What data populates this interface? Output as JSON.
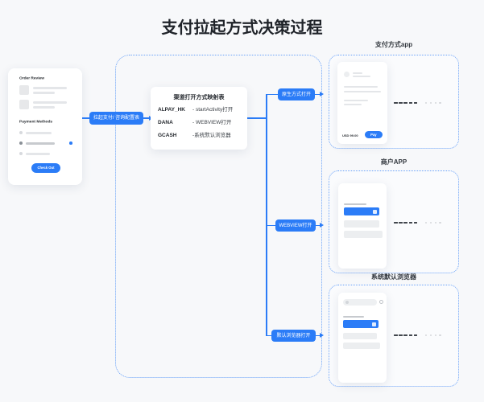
{
  "title": "支付拉起方式决策过程",
  "colors": {
    "accent_blue": "#2b7cf7",
    "border_blue": "#6aa2f8",
    "background": "#f7f8fa"
  },
  "checkout_phone": {
    "order_review_label": "Order Review",
    "payment_methods_label": "Payment Methods",
    "checkout_button": "Check Out"
  },
  "flow": {
    "entry_label": "拉起支付/ 咨询配置表",
    "mapping_table": {
      "title": "渠道打开方式映射表",
      "rows": [
        {
          "channel": "ALPAY_HK",
          "method": "- startActivity打开"
        },
        {
          "channel": "DANA",
          "method": "- WEBVIEW打开"
        },
        {
          "channel": "GCASH",
          "method": "-系统默认浏览器"
        }
      ]
    },
    "branches": [
      {
        "label": "原生方式打开"
      },
      {
        "label": "WEBVIEW打开"
      },
      {
        "label": "默认浏览器打开"
      }
    ]
  },
  "outcomes": [
    {
      "heading": "支付方式app"
    },
    {
      "heading": "商户APP"
    },
    {
      "heading": "系统默认浏览器"
    }
  ],
  "payment_app_phone": {
    "amount": "USD 99.00",
    "pay_button": "Pay"
  },
  "icons": {
    "selected_payment": "blue-dot",
    "browser_refresh": "circle-glyph"
  }
}
